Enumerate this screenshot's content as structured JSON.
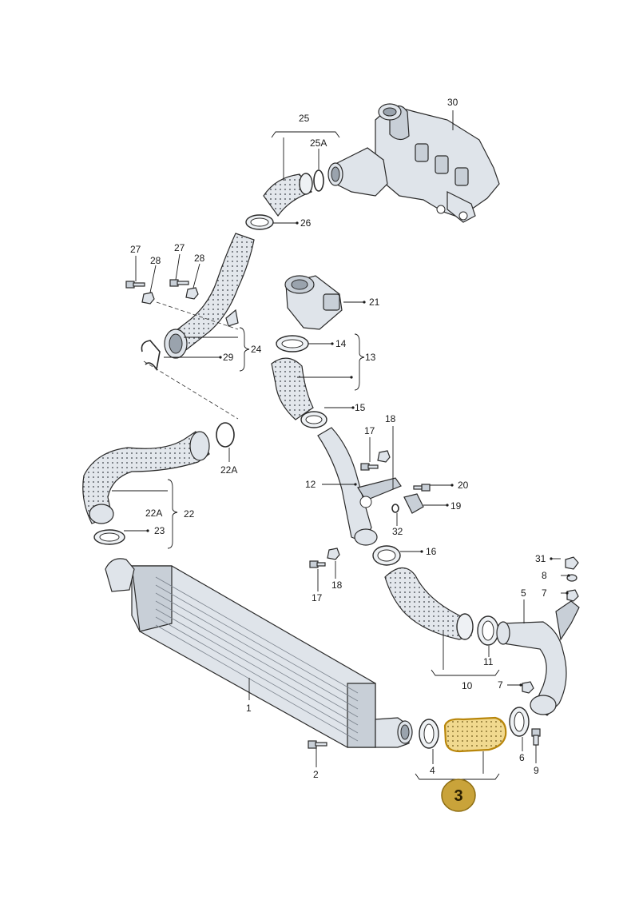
{
  "labels": {
    "l30": "30",
    "l25": "25",
    "l25A": "25A",
    "l26": "26",
    "l27a": "27",
    "l28a": "28",
    "l27b": "27",
    "l28b": "28",
    "l24": "24",
    "l29": "29",
    "l21": "21",
    "l14": "14",
    "l13": "13",
    "l15": "15",
    "l22A_top": "22A",
    "l22A": "22A",
    "l22": "22",
    "l23": "23",
    "l18a": "18",
    "l17a": "17",
    "l12": "12",
    "l20": "20",
    "l19": "19",
    "l32": "32",
    "l16": "16",
    "l17b": "17",
    "l18b": "18",
    "l31": "31",
    "l8": "8",
    "l7a": "7",
    "l5": "5",
    "l11": "11",
    "l10": "10",
    "l7b": "7",
    "l1": "1",
    "l2": "2",
    "l4": "4",
    "l6": "6",
    "l9": "9"
  },
  "highlight": {
    "callout": "3",
    "color": "#c9a33a"
  }
}
